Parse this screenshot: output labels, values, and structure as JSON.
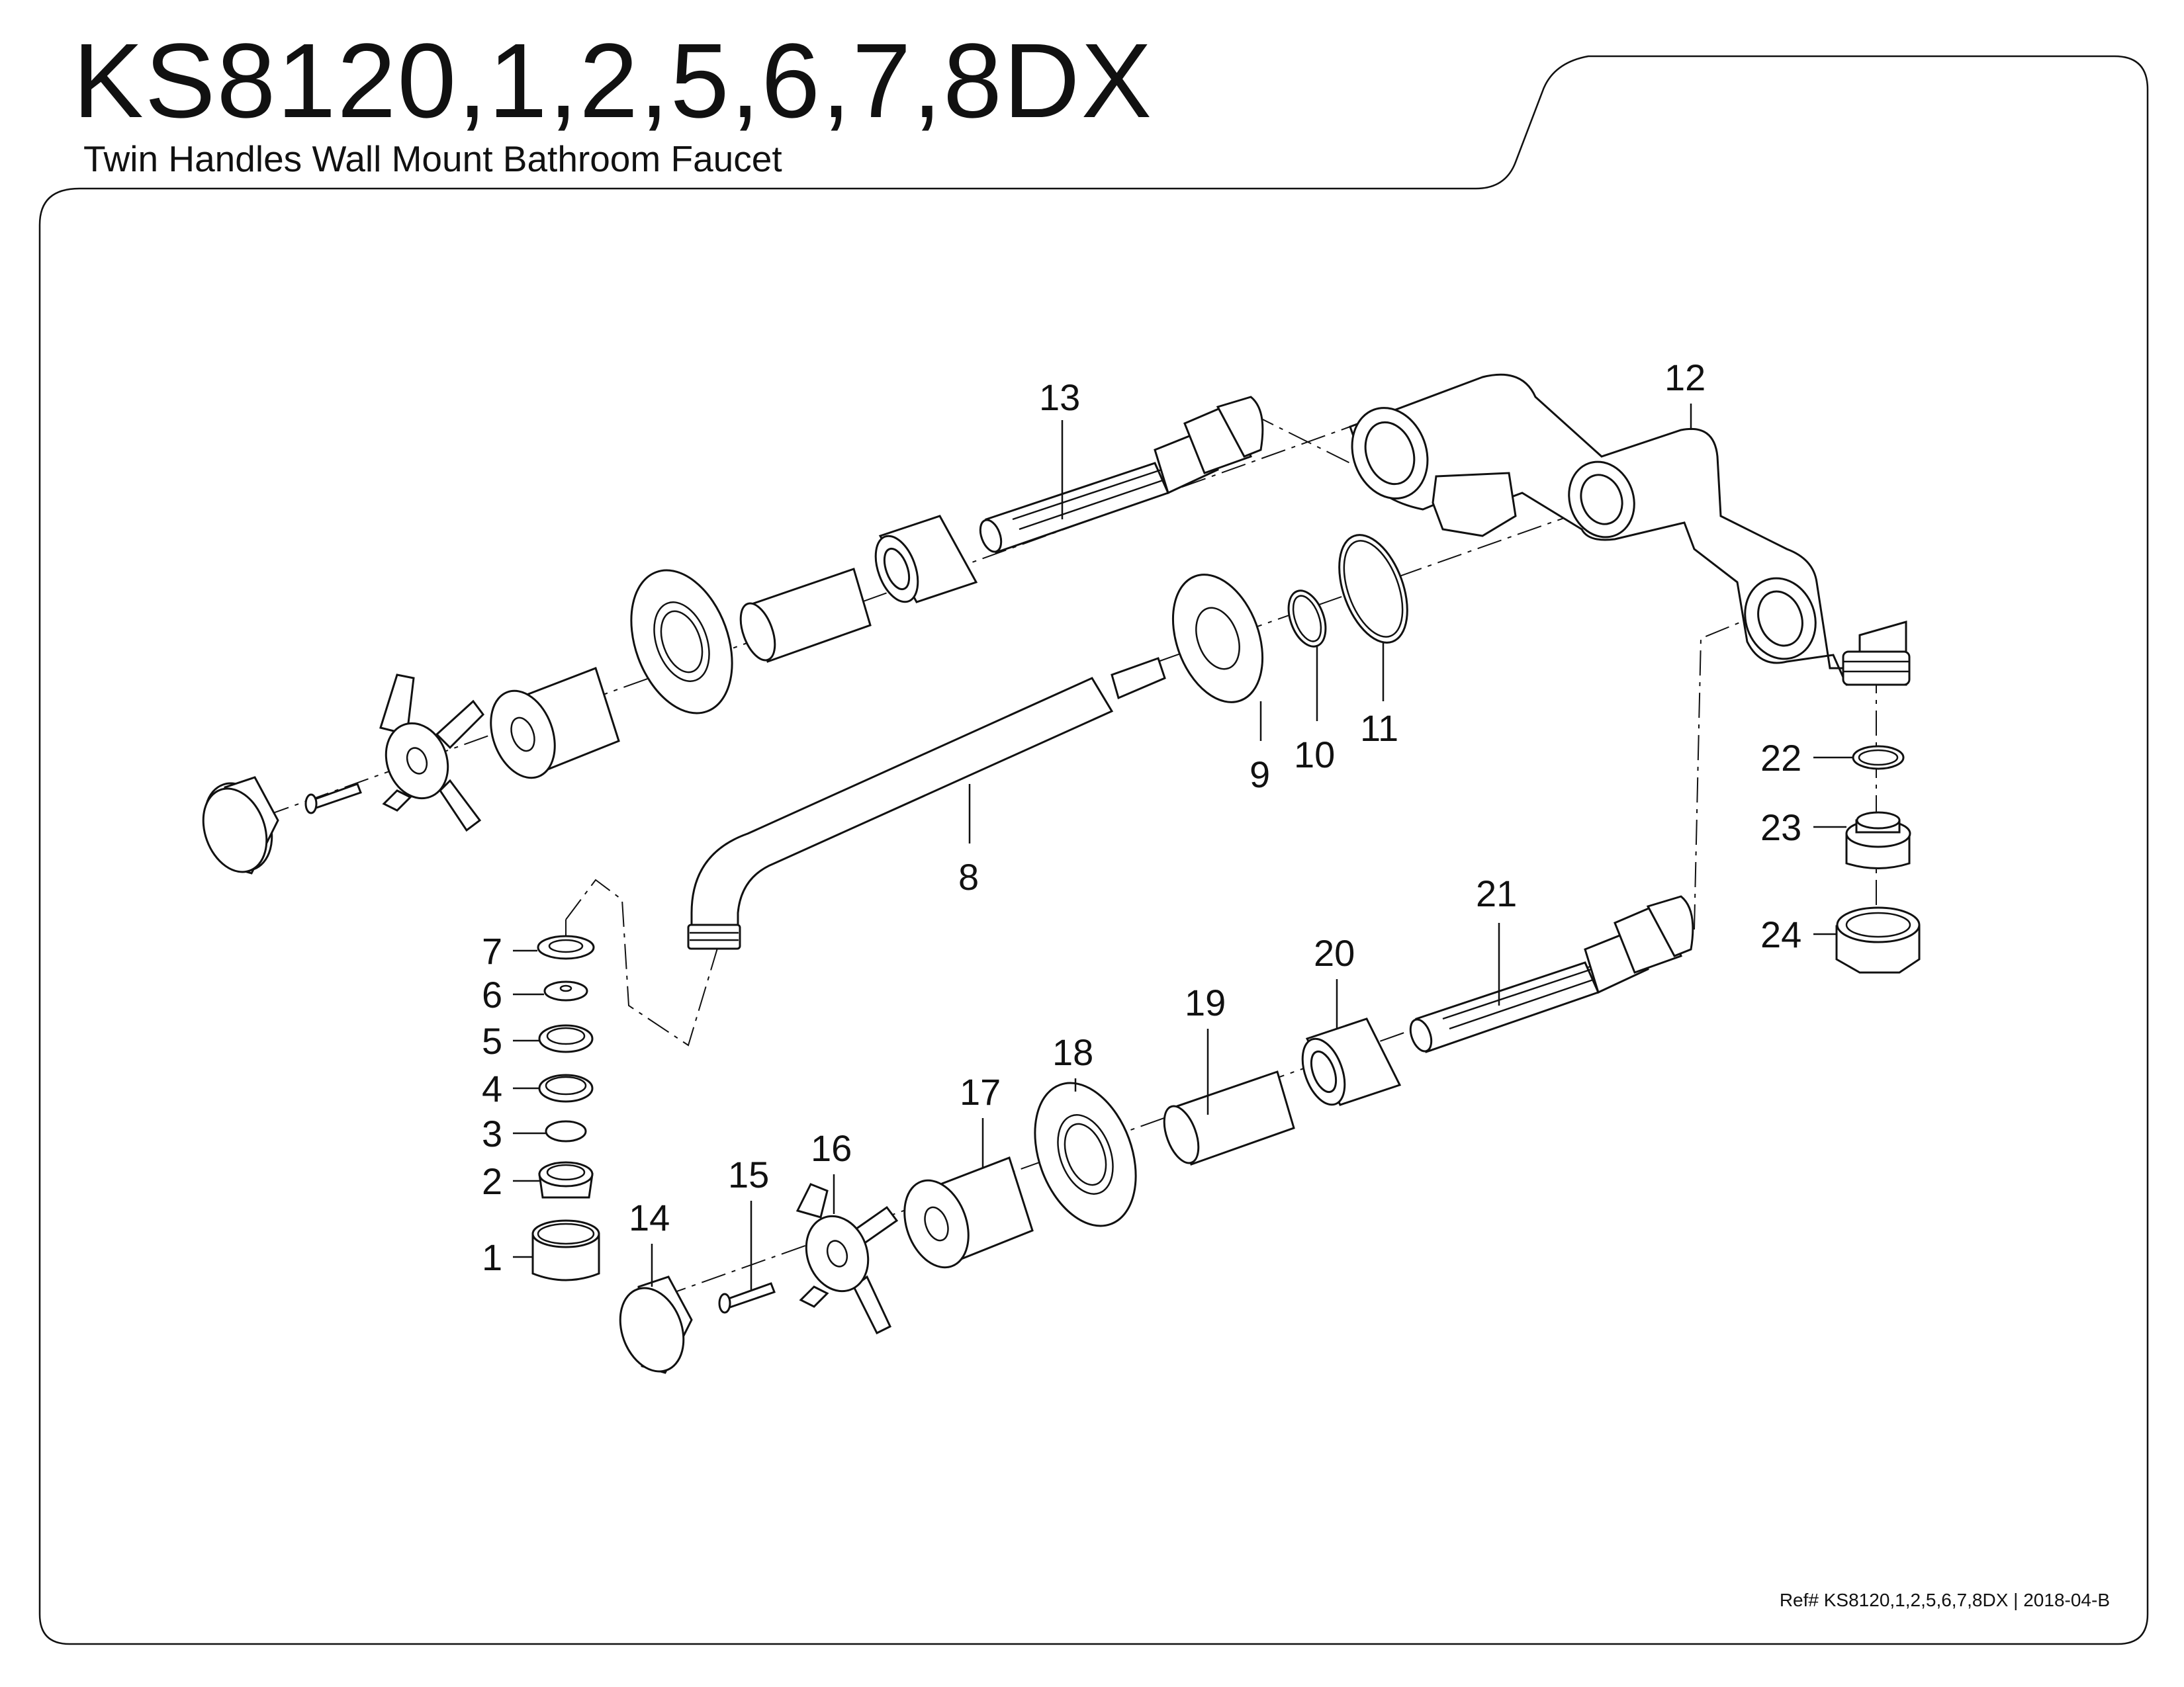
{
  "header": {
    "model": "KS8120,1,2,5,6,7,8DX",
    "description": "Twin Handles Wall Mount Bathroom Faucet"
  },
  "footer": {
    "reference": "Ref# KS8120,1,2,5,6,7,8DX | 2018-04-B"
  },
  "callouts": [
    "1",
    "2",
    "3",
    "4",
    "5",
    "6",
    "7",
    "8",
    "9",
    "10",
    "11",
    "12",
    "13",
    "14",
    "15",
    "16",
    "17",
    "18",
    "19",
    "20",
    "21",
    "22",
    "23",
    "24"
  ]
}
